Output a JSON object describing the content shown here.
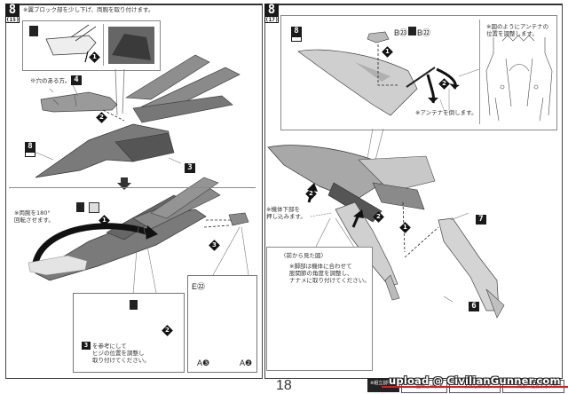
{
  "page": {
    "page_number": "18"
  },
  "left_panel": {
    "step_number": "8",
    "step_sub": "(15)",
    "top_note": "※翼ブロック部を少し下げ、両腕を取り付けます。",
    "hole_note": "※穴のある方。",
    "rotate_note": "※両腕を180°\n回転させます。",
    "hint_note": "を参考にして\nヒジの位置を調整し\n取り付けてください。",
    "hint_ref_tag": "3",
    "part_tags": {
      "p4": "4",
      "p8": "8",
      "p3": "3"
    },
    "step_markers": {
      "m1_top": "1",
      "m2_top": "2",
      "m1_bottom": "1",
      "m2_bottom": "2",
      "m3_bottom": "3"
    },
    "parts_labels": {
      "e22": "E㉒",
      "a3": "A❸",
      "a2": "A❷"
    }
  },
  "right_panel": {
    "step_number": "8",
    "step_sub": "(17)",
    "antenna_part": "B㉓",
    "antenna_swap": "B㉒",
    "antenna_note": "※アンテナを倒します。",
    "adjust_note": "※図のようにアンテナの\n位置を調整します。",
    "push_note": "※機体下部を\n押し込みます。",
    "front_view_title": "〈前から見た図〉",
    "front_view_note": "※脚部は機体に合わせて\n股関節の角度を調整し、\nナナメに取り付けてください。",
    "part_tags": {
      "p8": "8",
      "p7": "7",
      "p6": "6"
    },
    "step_markers": {
      "m1_top": "1",
      "m2_top": "2",
      "m2_a": "2",
      "m2_b": "2",
      "m1_mid": "1"
    }
  },
  "footer": {
    "legend_label": "※組立説明",
    "legend_items": [
      "回転させます。",
      "よう心掛ける",
      "向きに注意するパーツ"
    ],
    "watermark": "upload @ CivilianGunner.com"
  },
  "colors": {
    "ink": "#1a1a1a",
    "part_gray": "#8a8a8a",
    "part_dark": "#555555",
    "watermark_line": "#d0202a"
  }
}
